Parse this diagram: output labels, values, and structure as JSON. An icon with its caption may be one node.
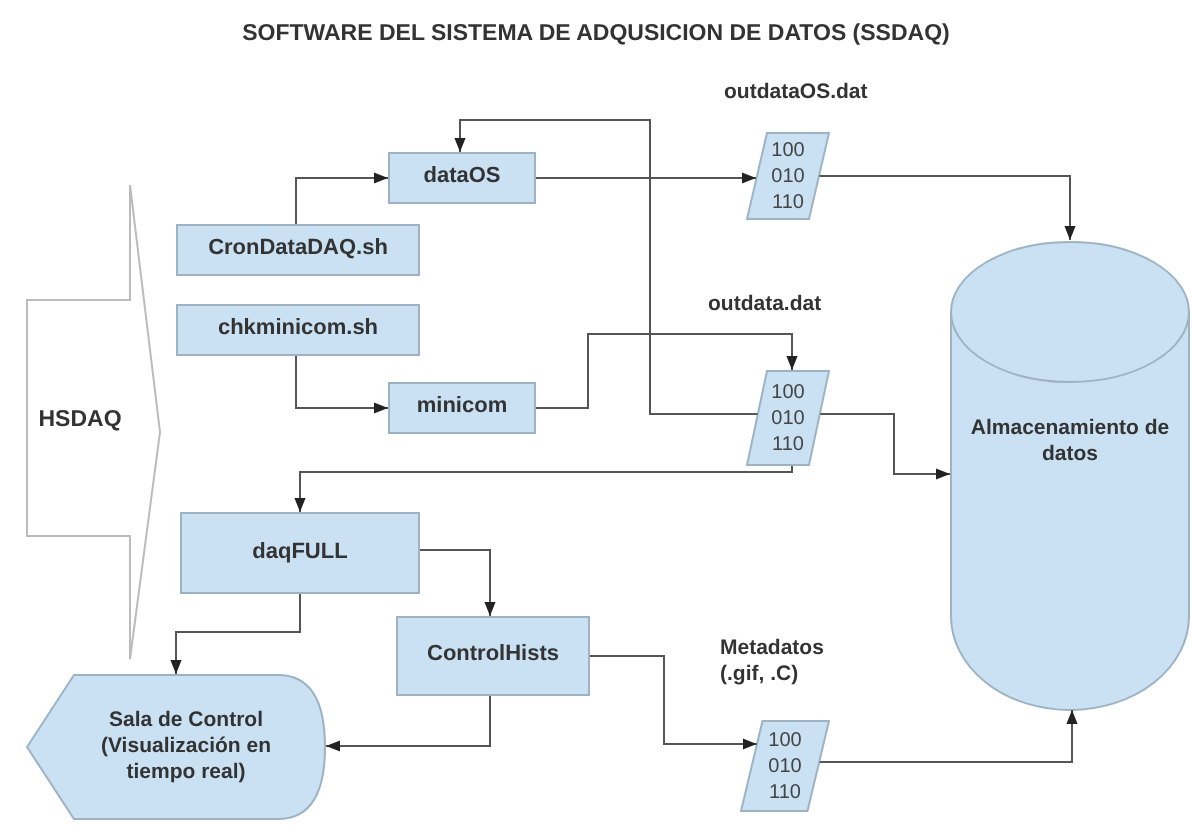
{
  "diagram": {
    "title": "SOFTWARE DEL SISTEMA DE ADQUSICION DE DATOS (SSDAQ)",
    "nodes": [
      {
        "text": [
          "HSDAQ"
        ]
      },
      {
        "text": [
          "dataOS"
        ]
      },
      {
        "text": [
          "CronDataDAQ.sh"
        ]
      },
      {
        "text": [
          "chkminicom.sh"
        ]
      },
      {
        "text": [
          "minicom"
        ]
      },
      {
        "text": [
          "100 010 110"
        ],
        "beside": [
          "outdataOS.dat"
        ]
      },
      {
        "text": [
          "100 010 110"
        ],
        "beside": [
          "outdata.dat"
        ]
      },
      {
        "text": [
          "Almacenamiento de datos"
        ]
      },
      {
        "text": [
          "daqFULL"
        ]
      },
      {
        "text": [
          "ControlHists"
        ]
      },
      {
        "text": [
          "Sala de Control (Visualización en tiempo real)"
        ]
      },
      {
        "text": [
          "100 010 110"
        ],
        "beside": [
          "Metadatos (.gif, .C)"
        ]
      }
    ],
    "edges": [
      {
        "from": 2,
        "to": 1,
        "arrow": "to"
      },
      {
        "from": 3,
        "to": 4,
        "arrow": "to"
      },
      {
        "from": 1,
        "to": 5,
        "arrow": "to"
      },
      {
        "from": 5,
        "to": 7,
        "arrow": "to"
      },
      {
        "from": 4,
        "to": 6,
        "arrow": "to"
      },
      {
        "from": 6,
        "to": 1,
        "arrow": "to"
      },
      {
        "from": 6,
        "to": 7,
        "arrow": "to"
      },
      {
        "from": 6,
        "to": 8,
        "arrow": "to"
      },
      {
        "from": 8,
        "to": 9,
        "arrow": "to"
      },
      {
        "from": 8,
        "to": 10,
        "arrow": "to"
      },
      {
        "from": 9,
        "to": 10,
        "arrow": "to"
      },
      {
        "from": 9,
        "to": 11,
        "arrow": "to"
      },
      {
        "from": 11,
        "to": 7,
        "arrow": "to"
      }
    ]
  }
}
